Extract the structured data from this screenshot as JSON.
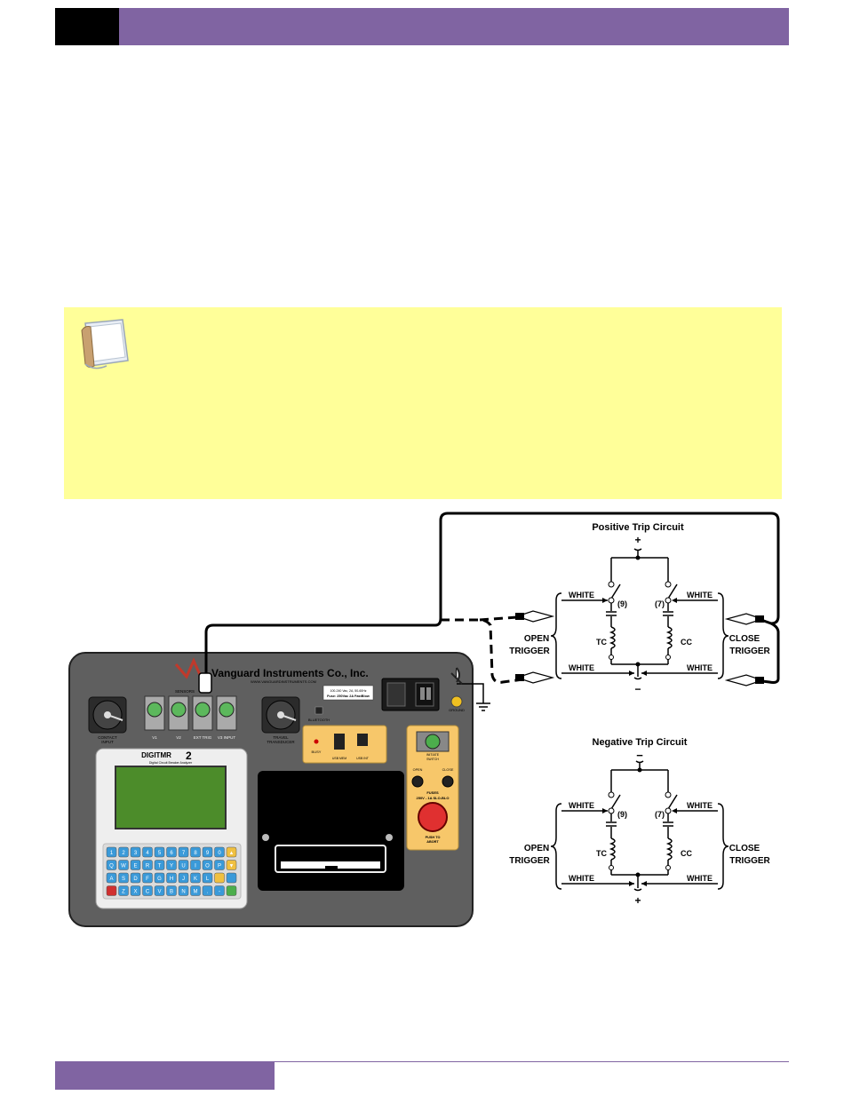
{
  "header": {
    "accent_color": "#8064a2"
  },
  "note": {
    "background": "#ffff99",
    "icon": "notepad-icon"
  },
  "instrument": {
    "brand": "Vanguard Instruments Co., Inc.",
    "website": "WWW.VANGUARDINSTRUMENTS.COM",
    "model": "DIGITMR",
    "model_suffix": "2",
    "model_subtitle": "Digital Circuit Breaker Analyzer",
    "sensors_label": "SENSORS",
    "contact_input": "CONTACT\nINPUT",
    "ports": [
      "V1",
      "V2",
      "EXT TRIG",
      "V3 INPUT"
    ],
    "travel_transducer": "TRAVEL\nTRANSDUCER",
    "bluetooth": "BLUETOOTH",
    "usb": [
      "USB MEM",
      "USB INT"
    ],
    "busy": "BUSY",
    "power_rating": "100-240 Vac, 2A, 50-60Hz",
    "fuse_rating": "Fuse: 250Vac 2A FastBlow",
    "ground": "GROUND",
    "initiate_label": "INITIATE\nSWITCH",
    "open": "OPEN",
    "close": "CLOSE",
    "fuses": "FUSES",
    "fuse_spec": "250V - 1A SLO-BLO",
    "push_to_abort": "PUSH TO\nABORT",
    "keypad_row1": [
      "1",
      "2",
      "3",
      "4",
      "5",
      "6",
      "7",
      "8",
      "9",
      "0",
      "▲"
    ],
    "keypad_row2": [
      "Q",
      "W",
      "E",
      "R",
      "T",
      "Y",
      "U",
      "I",
      "O",
      "P",
      "▼"
    ],
    "keypad_row3": [
      "A",
      "S",
      "D",
      "F",
      "G",
      "H",
      "J",
      "K",
      "L",
      "",
      ""
    ],
    "keypad_row4": [
      "",
      "Z",
      "X",
      "C",
      "V",
      "B",
      "N",
      "M",
      ".",
      "-",
      ""
    ]
  },
  "positive_circuit": {
    "title": "Positive Trip Circuit",
    "top_terminal": "+",
    "bottom_terminal": "−",
    "white": "WHITE",
    "contact_left": "(9)",
    "contact_right": "(7)",
    "coil_left": "TC",
    "coil_right": "CC",
    "open_trigger": [
      "OPEN",
      "TRIGGER"
    ],
    "close_trigger": [
      "CLOSE",
      "TRIGGER"
    ]
  },
  "negative_circuit": {
    "title": "Negative Trip Circuit",
    "top_terminal": "−",
    "bottom_terminal": "+",
    "white": "WHITE",
    "contact_left": "(9)",
    "contact_right": "(7)",
    "coil_left": "TC",
    "coil_right": "CC",
    "open_trigger": [
      "OPEN",
      "TRIGGER"
    ],
    "close_trigger": [
      "CLOSE",
      "TRIGGER"
    ]
  }
}
